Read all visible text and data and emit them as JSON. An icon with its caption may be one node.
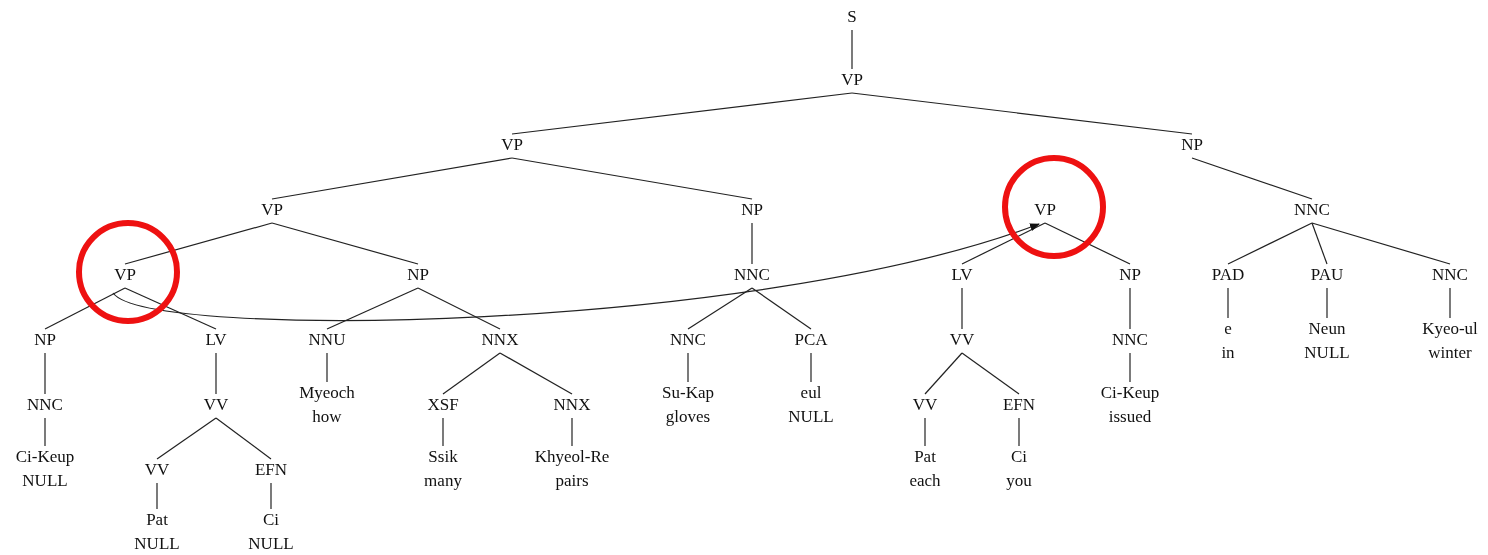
{
  "diagram": {
    "nodes": [
      {
        "text": [
          "S"
        ]
      },
      {
        "text": [
          "VP"
        ]
      },
      {
        "text": [
          "VP"
        ]
      },
      {
        "text": [
          "NP"
        ]
      },
      {
        "text": [
          "VP"
        ]
      },
      {
        "text": [
          "NP"
        ]
      },
      {
        "text": [],
        "shape": "circle"
      },
      {
        "text": [
          "VP"
        ],
        "in": 6
      },
      {
        "text": [
          "NNC"
        ]
      },
      {
        "text": [],
        "shape": "circle"
      },
      {
        "text": [
          "VP"
        ],
        "in": 9
      },
      {
        "text": [
          "NP"
        ]
      },
      {
        "text": [
          "NNC"
        ]
      },
      {
        "text": [
          "LV"
        ]
      },
      {
        "text": [
          "NP"
        ]
      },
      {
        "text": [
          "PAD"
        ]
      },
      {
        "text": [
          "PAU"
        ]
      },
      {
        "text": [
          "NNC"
        ]
      },
      {
        "text": [
          "NP"
        ]
      },
      {
        "text": [
          "LV"
        ]
      },
      {
        "text": [
          "NNU"
        ]
      },
      {
        "text": [
          "NNX"
        ]
      },
      {
        "text": [
          "NNC"
        ]
      },
      {
        "text": [
          "PCA"
        ]
      },
      {
        "text": [
          "VV"
        ]
      },
      {
        "text": [
          "NNC"
        ]
      },
      {
        "text": [
          "e",
          "in"
        ]
      },
      {
        "text": [
          "Neun",
          "NULL"
        ]
      },
      {
        "text": [
          "Kyeo-ul",
          "winter"
        ]
      },
      {
        "text": [
          "NNC"
        ]
      },
      {
        "text": [
          "VV"
        ]
      },
      {
        "text": [
          "Myeoch",
          "how"
        ]
      },
      {
        "text": [
          "XSF"
        ]
      },
      {
        "text": [
          "NNX"
        ]
      },
      {
        "text": [
          "Su-Kap",
          "gloves"
        ]
      },
      {
        "text": [
          "eul",
          "NULL"
        ]
      },
      {
        "text": [
          "VV"
        ]
      },
      {
        "text": [
          "EFN"
        ]
      },
      {
        "text": [
          "Ci-Keup",
          "issued"
        ]
      },
      {
        "text": [
          "Ci-Keup",
          "NULL"
        ]
      },
      {
        "text": [
          "VV"
        ]
      },
      {
        "text": [
          "EFN"
        ]
      },
      {
        "text": [
          "Ssik",
          "many"
        ]
      },
      {
        "text": [
          "Khyeol-Re",
          "pairs"
        ]
      },
      {
        "text": [
          "Pat",
          "each"
        ]
      },
      {
        "text": [
          "Ci",
          "you"
        ]
      },
      {
        "text": [
          "Pat",
          "NULL"
        ]
      },
      {
        "text": [
          "Ci",
          "NULL"
        ]
      }
    ],
    "edges": [
      {
        "from": 0,
        "to": 1,
        "arrow": "none"
      },
      {
        "from": 1,
        "to": 2,
        "arrow": "none"
      },
      {
        "from": 1,
        "to": 3,
        "arrow": "none"
      },
      {
        "from": 2,
        "to": 4,
        "arrow": "none"
      },
      {
        "from": 2,
        "to": 5,
        "arrow": "none"
      },
      {
        "from": 3,
        "to": 8,
        "arrow": "none"
      },
      {
        "from": 4,
        "to": 10,
        "arrow": "none"
      },
      {
        "from": 4,
        "to": 11,
        "arrow": "none"
      },
      {
        "from": 5,
        "to": 12,
        "arrow": "none"
      },
      {
        "from": 7,
        "to": 13,
        "arrow": "none"
      },
      {
        "from": 7,
        "to": 14,
        "arrow": "none"
      },
      {
        "from": 8,
        "to": 15,
        "arrow": "none"
      },
      {
        "from": 8,
        "to": 16,
        "arrow": "none"
      },
      {
        "from": 8,
        "to": 17,
        "arrow": "none"
      },
      {
        "from": 10,
        "to": 18,
        "arrow": "none"
      },
      {
        "from": 10,
        "to": 19,
        "arrow": "none"
      },
      {
        "from": 11,
        "to": 20,
        "arrow": "none"
      },
      {
        "from": 11,
        "to": 21,
        "arrow": "none"
      },
      {
        "from": 12,
        "to": 22,
        "arrow": "none"
      },
      {
        "from": 12,
        "to": 23,
        "arrow": "none"
      },
      {
        "from": 13,
        "to": 24,
        "arrow": "none"
      },
      {
        "from": 14,
        "to": 25,
        "arrow": "none"
      },
      {
        "from": 15,
        "to": 26,
        "arrow": "none"
      },
      {
        "from": 16,
        "to": 27,
        "arrow": "none"
      },
      {
        "from": 17,
        "to": 28,
        "arrow": "none"
      },
      {
        "from": 18,
        "to": 29,
        "arrow": "none"
      },
      {
        "from": 19,
        "to": 30,
        "arrow": "none"
      },
      {
        "from": 20,
        "to": 31,
        "arrow": "none"
      },
      {
        "from": 21,
        "to": 32,
        "arrow": "none"
      },
      {
        "from": 21,
        "to": 33,
        "arrow": "none"
      },
      {
        "from": 22,
        "to": 34,
        "arrow": "none"
      },
      {
        "from": 23,
        "to": 35,
        "arrow": "none"
      },
      {
        "from": 24,
        "to": 36,
        "arrow": "none"
      },
      {
        "from": 24,
        "to": 37,
        "arrow": "none"
      },
      {
        "from": 25,
        "to": 38,
        "arrow": "none"
      },
      {
        "from": 29,
        "to": 39,
        "arrow": "none"
      },
      {
        "from": 30,
        "to": 40,
        "arrow": "none"
      },
      {
        "from": 30,
        "to": 41,
        "arrow": "none"
      },
      {
        "from": 32,
        "to": 42,
        "arrow": "none"
      },
      {
        "from": 33,
        "to": 43,
        "arrow": "none"
      },
      {
        "from": 36,
        "to": 44,
        "arrow": "none"
      },
      {
        "from": 37,
        "to": 45,
        "arrow": "none"
      },
      {
        "from": 40,
        "to": 46,
        "arrow": "none"
      },
      {
        "from": 41,
        "to": 47,
        "arrow": "none"
      },
      {
        "from": 10,
        "to": 7,
        "arrow": "to"
      }
    ]
  }
}
